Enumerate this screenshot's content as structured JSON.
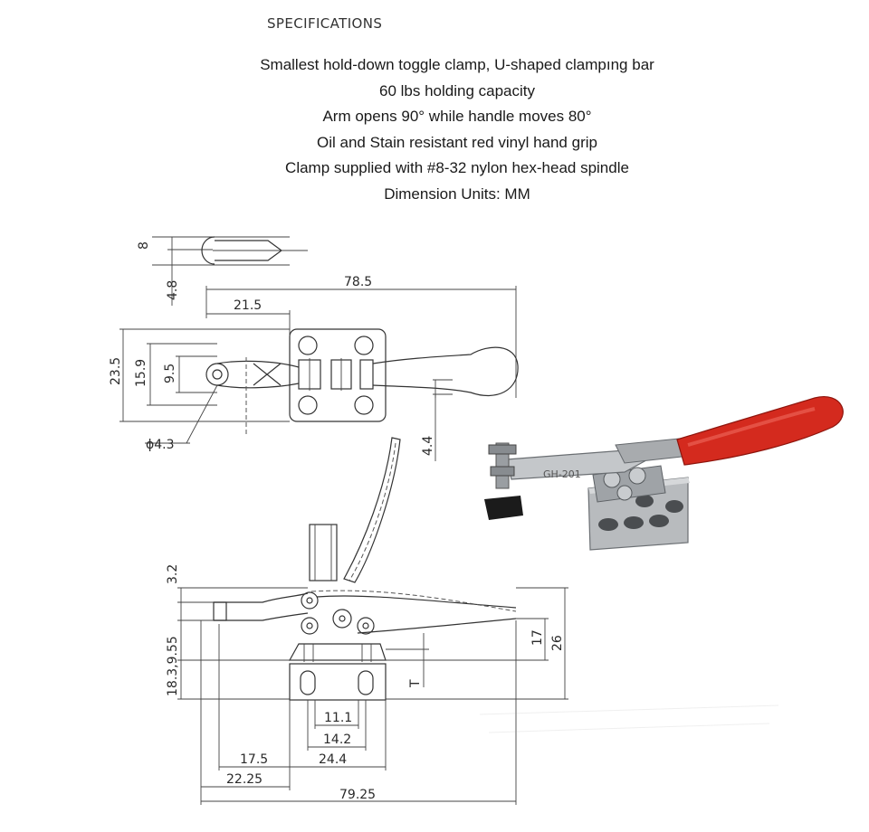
{
  "header": {
    "title": "SPECIFICATIONS"
  },
  "specs": [
    "Smallest hold-down toggle clamp, U-shaped clampıng bar",
    "60 lbs holding capacity",
    "Arm opens 90° while handle moves 80°",
    "Oil and Stain resistant red vinyl hand grip",
    "Clamp supplied with #8-32 nylon hex-head spindle",
    "Dimension Units: MM"
  ],
  "top_view": {
    "dim_8": "8",
    "dim_4_8": "4.8",
    "dim_78_5": "78.5",
    "dim_21_5": "21.5",
    "dim_23_5": "23.5",
    "dim_15_9": "15.9",
    "dim_9_5": "9.5",
    "dim_hole": "ϕ4.3",
    "dim_4_4": "4.4"
  },
  "side_view": {
    "dim_3_2": "3.2",
    "dim_18_3_9_55": "18.3,9.55",
    "dim_17": "17",
    "dim_26": "26",
    "dim_T": "T",
    "dim_11_1": "11.1",
    "dim_14_2": "14.2",
    "dim_17_5": "17.5",
    "dim_24_4": "24.4",
    "dim_22_25": "22.25",
    "dim_79_25": "79.25"
  },
  "photo": {
    "stamp": "GH-201"
  },
  "colors": {
    "grip": "#d42a1e",
    "steel": "#a9acb0",
    "ink": "#333333"
  }
}
